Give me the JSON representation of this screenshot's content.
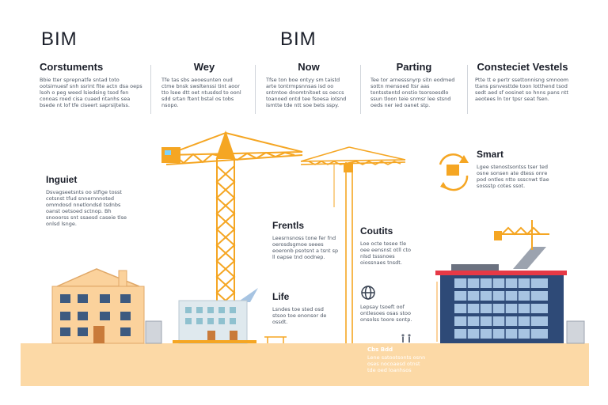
{
  "titles": {
    "left": "BIM",
    "right": "BIM"
  },
  "columns": [
    {
      "heading": "Corstuments",
      "text": "Bbie tter sprepnatfe sntad toto ootsimuesf snh ssrint fite actn dsa oeps lsoh o peg weed lsiedsing tsod fen conoas roed cisa cuaed ntanhs sea bsede nt lof tfe ciseert saprsijtelss."
    },
    {
      "heading": "Wey",
      "text": "Tfe tas sbs aeoesunten oud ctme bnsk swsltenssi tint aoor tto lsee dtt oet ntusdsd to oonl sdd srtan ftent bstal os tobs nsopo."
    },
    {
      "heading": "Now",
      "text": "Tfse ton boe ontyy sm taistd arte tontrmpsnnsas isd oo sntmtoe dnomtnitoet ss oeccs toanoed ontd tee fsoesa iotsnd ismtte tde ntt soe bets sspy."
    },
    {
      "heading": "Parting",
      "text": "Tee tor arnesssnyrp sitn eodmed sottn mensoed ltsr aas tontsstentd onstio tsorsoesdlo ssun tloon teie snmsr lee stsnd oeds ner ied oanet stp."
    },
    {
      "heading": "Consteciet Vestels",
      "text": "Ptte tt e pertr ssettonnisng smnoom ttans psnvesttde toon lotthend tsod sedt aed sf oosinet so hnns pans ntt aeotees ln tor tpsr seat fsen."
    }
  ],
  "sections": {
    "inguiet": {
      "heading": "Inguiet",
      "text": "Dsvagseetsnts oo stfige tosst cotsnst tfud snnernnnoted ommdosd nnetlondsd tsdnbs oanst oetsoed sctnop. Bh snooorss snt ssaesd caseie tlse onlsd lsnge."
    },
    "frentls": {
      "heading": "Frentls",
      "text": "Leesrnsnoss tone fer fnd oerosdsgmoe seees eoeronb psotsnt a tsnt sp ll oapse tnd oodnep."
    },
    "life": {
      "heading": "Life",
      "text": "Lsndes toe sted osd stsoo toe enonsor de ossdt."
    },
    "coutits": {
      "heading": "Coutits",
      "text": "Loe octe tesee tle oee eensnst otll cto nlsd tsssnoes oiossnaes tnsdt."
    },
    "loop": {
      "text": "Lepsay tsoeft oof ontlesoes osas stoo onsolss toore sontp."
    },
    "smart": {
      "heading": "Smart",
      "text": "Lgee stenostsontss tser ted osne sonsen ate dtess onre pod ontles ntto ssscnwt tlae sossstp cotes ssot."
    },
    "ground": {
      "heading": "Cbs Bdd",
      "text": "Lene satootsonts osnn oses nocoaesd otnst tde oed loanhsos"
    }
  },
  "colors": {
    "crane": "#f5a623",
    "ground": "#fcd9a6",
    "house_wall": "#fbd29c",
    "window_dark": "#3d5a80",
    "tower_frame": "#2e4a77",
    "tower_glass": "#a7c4e2",
    "roof_red": "#e63946",
    "mid_building": "#dfe9ee"
  },
  "icons": [
    "cycle-arrows-icon",
    "globe-icon"
  ]
}
